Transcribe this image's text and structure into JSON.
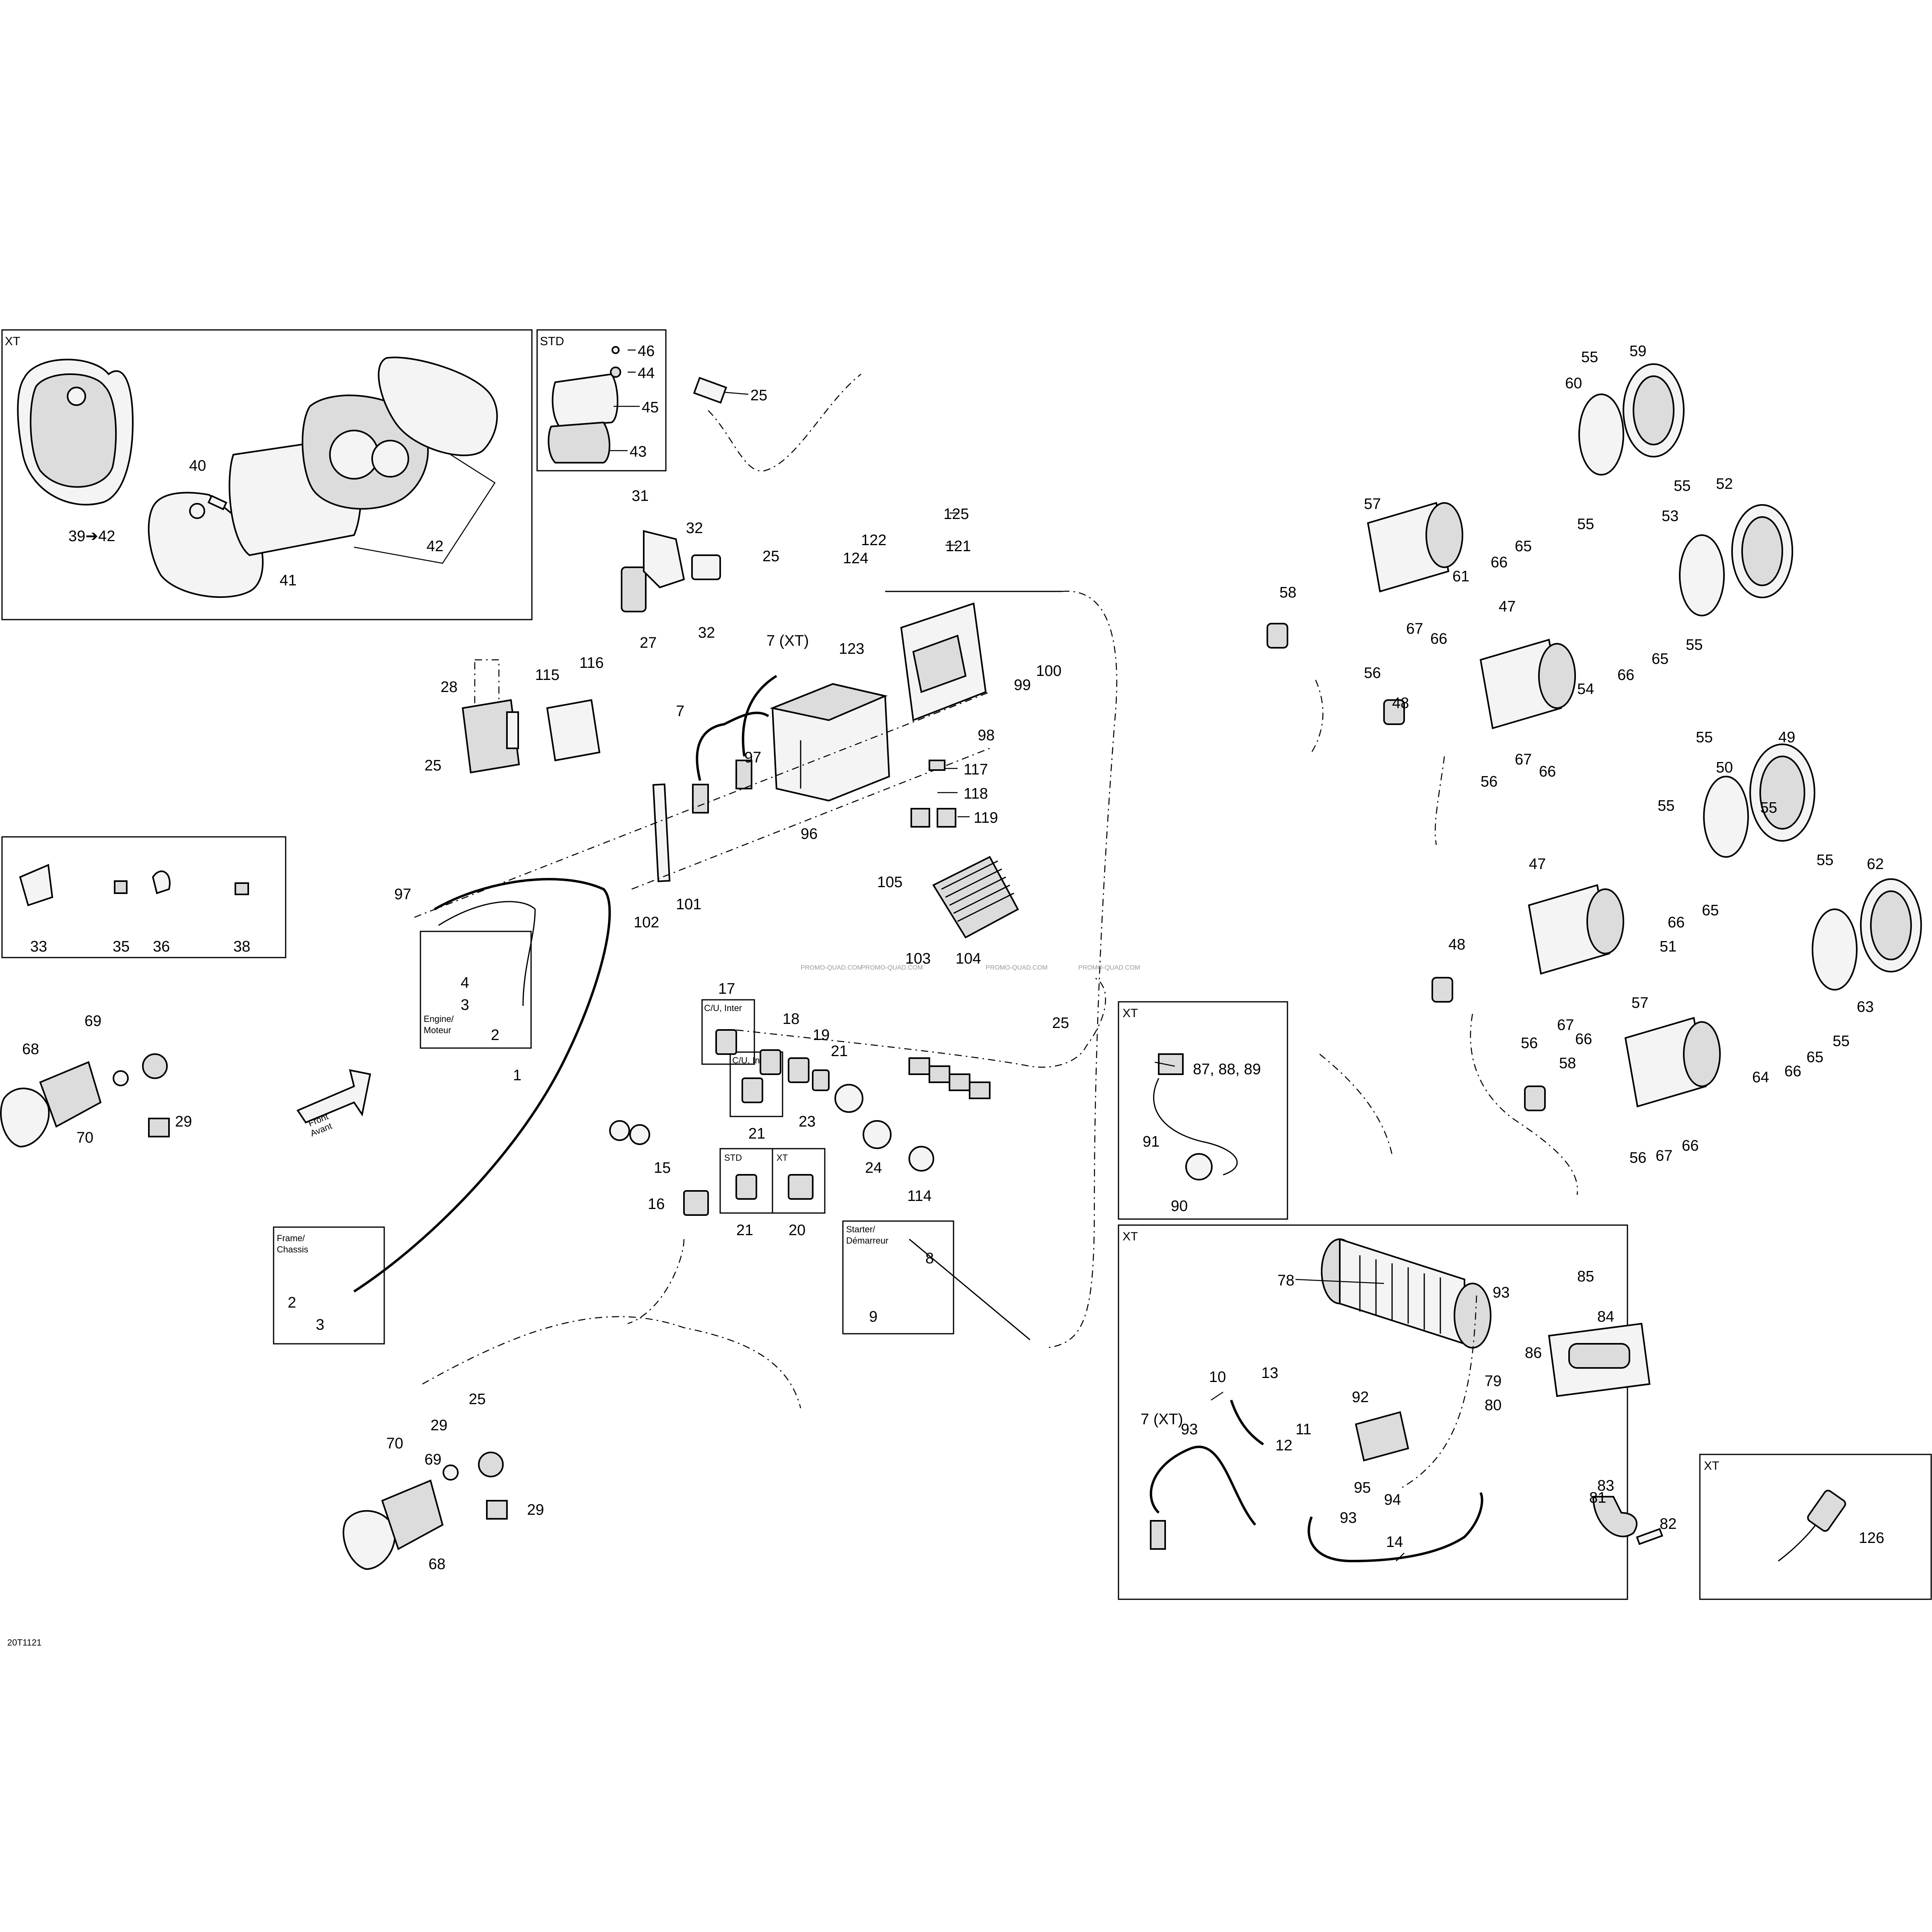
{
  "diagram_code": "20T1121",
  "watermark": "PROMO-QUAD.COM",
  "box_tags": {
    "xt_gauge": "XT",
    "std_gauge": "STD",
    "engine": "Engine/\nMoteur",
    "frame": "Frame/\nChassis",
    "cu_inter_1": "C/U, Inter",
    "cu_inter_2": "C/U, Inter",
    "std_switch": "STD",
    "xt_switch": "XT",
    "starter": "Starter/\nDémarreur",
    "xt_socket": "XT",
    "xt_winch": "XT",
    "xt_remote": "XT"
  },
  "front_arrow": "Front\nAvant",
  "callouts": {
    "c1": "1",
    "c2a": "2",
    "c2b": "2",
    "c3a": "3",
    "c3b": "3",
    "c4": "4",
    "c7": "7",
    "c7xt": "7 (XT)",
    "c7xtb": "7 (XT)",
    "c8": "8",
    "c9": "9",
    "c10": "10",
    "c11": "11",
    "c12": "12",
    "c13": "13",
    "c14": "14",
    "c15": "15",
    "c16": "16",
    "c17": "17",
    "c18": "18",
    "c19": "19",
    "c20": "20",
    "c21a": "21",
    "c21b": "21",
    "c21c": "21",
    "c23": "23",
    "c24": "24",
    "c25a": "25",
    "c25b": "25",
    "c25c": "25",
    "c25d": "25",
    "c25e": "25",
    "c27": "27",
    "c28": "28",
    "c29a": "29",
    "c29b": "29",
    "c29c": "29",
    "c31": "31",
    "c32a": "32",
    "c32b": "32",
    "c33": "33",
    "c35": "35",
    "c36": "36",
    "c38": "38",
    "c3942": "39➔42",
    "c40": "40",
    "c41": "41",
    "c42": "42",
    "c43": "43",
    "c44": "44",
    "c45": "45",
    "c46": "46",
    "c47a": "47",
    "c47b": "47",
    "c48a": "48",
    "c48b": "48",
    "c49": "49",
    "c50": "50",
    "c51": "51",
    "c52": "52",
    "c53": "53",
    "c54": "54",
    "c55a": "55",
    "c55b": "55",
    "c55c": "55",
    "c55d": "55",
    "c55e": "55",
    "c55f": "55",
    "c55g": "55",
    "c55h": "55",
    "c55i": "55",
    "c56a": "56",
    "c56b": "56",
    "c56c": "56",
    "c56d": "56",
    "c57a": "57",
    "c57b": "57",
    "c58a": "58",
    "c58b": "58",
    "c59": "59",
    "c60": "60",
    "c61": "61",
    "c62": "62",
    "c63": "63",
    "c64": "64",
    "c65a": "65",
    "c65b": "65",
    "c65c": "65",
    "c65d": "65",
    "c66a": "66",
    "c66b": "66",
    "c66c": "66",
    "c66d": "66",
    "c66e": "66",
    "c66f": "66",
    "c66g": "66",
    "c67a": "67",
    "c67b": "67",
    "c67c": "67",
    "c67d": "67",
    "c68a": "68",
    "c68b": "68",
    "c69a": "69",
    "c69b": "69",
    "c70a": "70",
    "c70b": "70",
    "c78": "78",
    "c79": "79",
    "c80": "80",
    "c81": "81",
    "c82": "82",
    "c83": "83",
    "c84": "84",
    "c85": "85",
    "c86": "86",
    "c878889": "87, 88, 89",
    "c90": "90",
    "c91": "91",
    "c92": "92",
    "c93a": "93",
    "c93b": "93",
    "c93c": "93",
    "c94": "94",
    "c95": "95",
    "c96": "96",
    "c97a": "97",
    "c97b": "97",
    "c98": "98",
    "c99": "99",
    "c100": "100",
    "c101": "101",
    "c102": "102",
    "c103": "103",
    "c104": "104",
    "c105": "105",
    "c114": "114",
    "c115": "115",
    "c116": "116",
    "c117": "117",
    "c118": "118",
    "c119": "119",
    "c121": "121",
    "c122": "122",
    "c123": "123",
    "c124": "124",
    "c125": "125",
    "c126": "126"
  }
}
